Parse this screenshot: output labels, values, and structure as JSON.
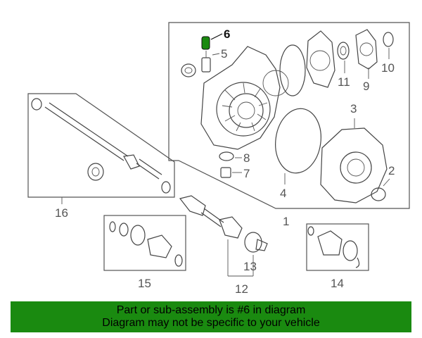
{
  "callouts": {
    "c1": "1",
    "c2": "2",
    "c3": "3",
    "c4": "4",
    "c5": "5",
    "c6": "6",
    "c7": "7",
    "c8": "8",
    "c9": "9",
    "c10": "10",
    "c11": "11",
    "c12": "12",
    "c13": "13",
    "c14": "14",
    "c15": "15",
    "c16": "16"
  },
  "highlight": {
    "part": "6",
    "color": "#1a8a10"
  },
  "banner": {
    "line1": "Part or sub-assembly is #6 in diagram",
    "line2": "Diagram may not be specific to your vehicle",
    "color": "#1a8a10"
  }
}
